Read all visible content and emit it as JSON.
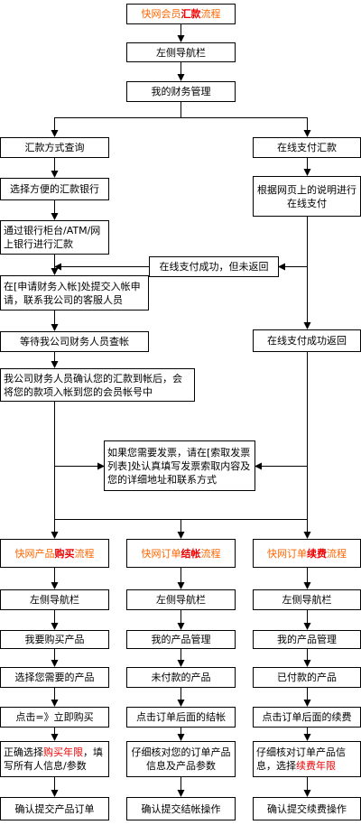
{
  "top": {
    "title_pre": "快网会员",
    "title_hl": "汇款",
    "title_post": "流程",
    "left_nav": "左侧导航栏",
    "my_finance": "我的财务管理"
  },
  "left_branch": {
    "query": "汇款方式查询",
    "choose_bank": "选择方便的汇款银行",
    "via_channels": "通过银行柜台/ATM/网上银行进行汇款",
    "submit_request": "在[申请财务入帐]处提交入帐申请，联系我公司的客服人员",
    "wait_check": "等待我公司财务人员查帐",
    "confirmed": "我公司财务人员确认您的汇款到帐后，会将您的款项入帐到您的会员帐号中"
  },
  "right_branch": {
    "online_pay": "在线支付汇款",
    "follow_instructions": "根据网页上的说明进行在线支付",
    "success_no_return": "在线支付成功，但未返回",
    "success_return": "在线支付成功返回"
  },
  "invoice_note": "如果您需要发票，请在[索取发票列表]处认真填写发票索取内容及您的详细地址和联系方式",
  "purchase": {
    "title_pre": "快网产品",
    "title_hl": "购买",
    "title_post": "流程",
    "steps": [
      "左侧导航栏",
      "我要购买产品",
      "选择您需要的产品",
      "点击=》立即购买"
    ],
    "step5_pre": "正确选择",
    "step5_hl": "购买年限",
    "step5_post": "，填写所有人信息/参数",
    "confirm": "确认提交产品订单"
  },
  "checkout": {
    "title_pre": "快网订单",
    "title_hl": "结帐",
    "title_post": "流程",
    "steps": [
      "左侧导航栏",
      "我的产品管理",
      "未付款的产品",
      "点击订单后面的结帐",
      "仔细核对您的订单产品信息及产品参数"
    ],
    "confirm": "确认提交结帐操作"
  },
  "renewal": {
    "title_pre": "快网订单",
    "title_hl": "续费",
    "title_post": "流程",
    "steps": [
      "左侧导航栏",
      "我的产品管理",
      "已付款的产品",
      "点击订单后面的续费"
    ],
    "step5_pre": "仔细核对订单产品信息，选择",
    "step5_hl": "续费年限",
    "confirm": "确认提交续费操作"
  }
}
